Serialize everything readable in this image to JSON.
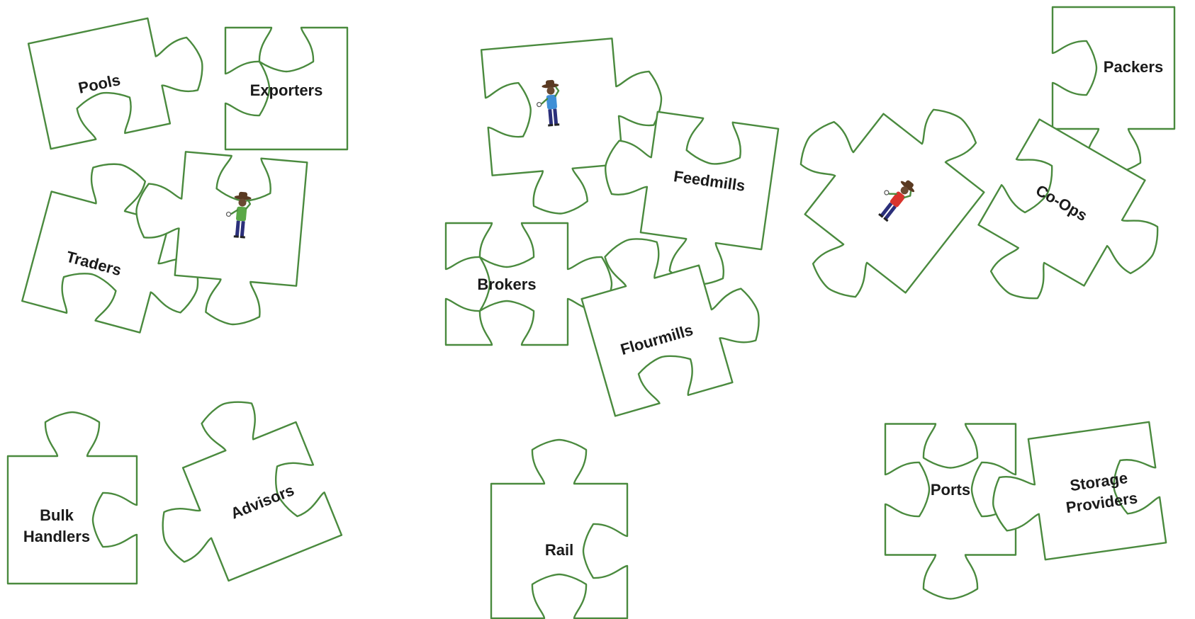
{
  "pieces": [
    {
      "id": "pools",
      "label": "Pools"
    },
    {
      "id": "exporters",
      "label": "Exporters"
    },
    {
      "id": "traders",
      "label": "Traders"
    },
    {
      "id": "farmer-green",
      "label": ""
    },
    {
      "id": "farmer-blue",
      "label": ""
    },
    {
      "id": "feedmills",
      "label": "Feedmills"
    },
    {
      "id": "brokers",
      "label": "Brokers"
    },
    {
      "id": "flourmills",
      "label": "Flourmills"
    },
    {
      "id": "packers",
      "label": "Packers"
    },
    {
      "id": "farmer-red",
      "label": ""
    },
    {
      "id": "co-ops",
      "label": "Co-Ops"
    },
    {
      "id": "bulk-handlers",
      "label": [
        "Bulk",
        "Handlers"
      ]
    },
    {
      "id": "advisors",
      "label": "Advisors"
    },
    {
      "id": "rail",
      "label": "Rail"
    },
    {
      "id": "ports",
      "label": "Ports"
    },
    {
      "id": "storage-providers",
      "label": [
        "Storage",
        "Providers"
      ]
    }
  ],
  "figures": {
    "farmer-green": {
      "shirt": "#5aa846",
      "pants": "#2b2f7a",
      "hat": "#5a3a22",
      "skin": "#6a4a32"
    },
    "farmer-blue": {
      "shirt": "#3f8fd6",
      "pants": "#2b2f7a",
      "hat": "#5a3a22",
      "skin": "#6a4a32"
    },
    "farmer-red": {
      "shirt": "#d8342c",
      "pants": "#2b2f7a",
      "hat": "#5a3a22",
      "skin": "#6a4a32"
    }
  },
  "colors": {
    "outline": "#4a8a3e",
    "fill": "#ffffff",
    "text": "#1a1a1a"
  }
}
